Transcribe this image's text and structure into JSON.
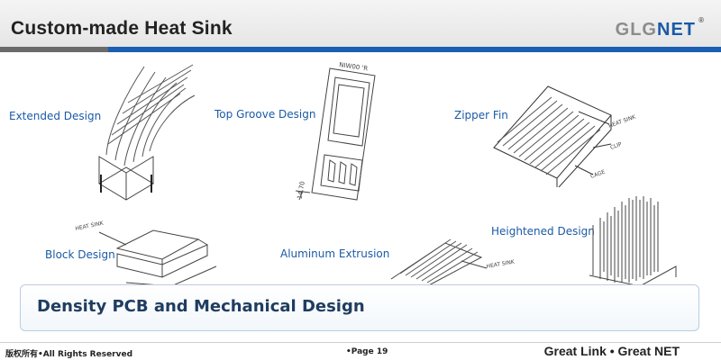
{
  "header": {
    "title": "Custom-made Heat Sink",
    "logo_glg": "GLG",
    "logo_net": "NET",
    "logo_reg": "®"
  },
  "designs": [
    {
      "label": "Extended Design",
      "icon": "heat-sink-extended-drawing"
    },
    {
      "label": "Top Groove Design",
      "icon": "heat-sink-top-groove-drawing",
      "annotations": [
        "NIW00 'R",
        "14.70"
      ]
    },
    {
      "label": "Zipper Fin",
      "icon": "heat-sink-zipper-fin-drawing",
      "annotations": [
        "HEAT SINK",
        "CLIP",
        "CAGE"
      ]
    },
    {
      "label": "Block Design",
      "icon": "heat-sink-block-drawing",
      "annotations": [
        "HEAT SINK"
      ]
    },
    {
      "label": "Aluminum Extrusion",
      "icon": "heat-sink-aluminum-extrusion-drawing",
      "annotations": [
        "HEAT SINK"
      ]
    },
    {
      "label": "Heightened Design",
      "icon": "heat-sink-heightened-drawing"
    }
  ],
  "banner": {
    "text": "Density PCB and Mechanical Design"
  },
  "footer": {
    "copyright": "版权所有•All Rights Reserved",
    "page": "•Page 19",
    "slogan": "Great Link • Great NET"
  },
  "colors": {
    "accent_blue": "#1a5fb0",
    "label_blue": "#1a5aa6",
    "bar_gray": "#6b6b6b",
    "banner_text": "#1f3d60"
  }
}
